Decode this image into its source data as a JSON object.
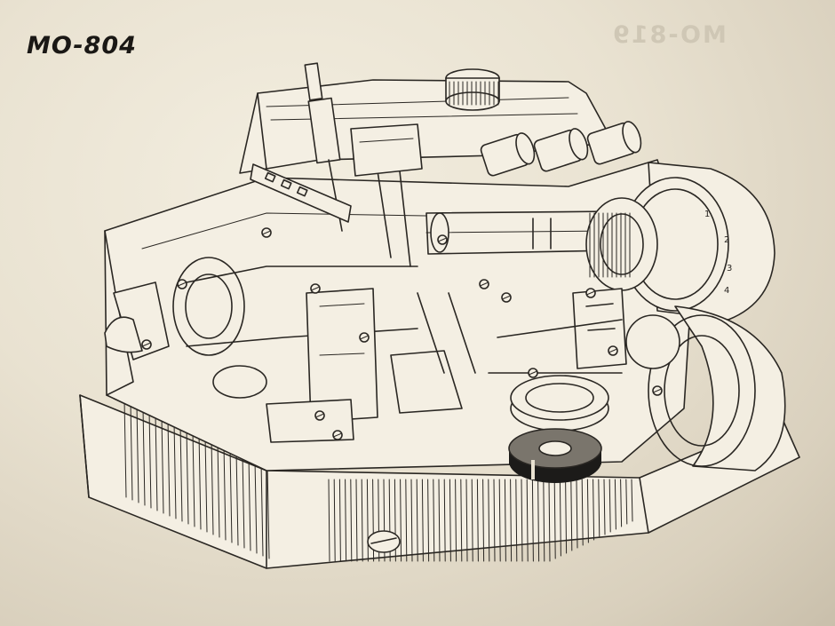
{
  "document": {
    "model_title": "MO-804",
    "ghost_text": "MO-819"
  },
  "diagram": {
    "part_labels": {
      "dial_1": "1",
      "dial_2": "2",
      "dial_3": "3",
      "dial_4": "4"
    }
  },
  "colors": {
    "paper": "#ece6d6",
    "ink": "#2a2723"
  }
}
